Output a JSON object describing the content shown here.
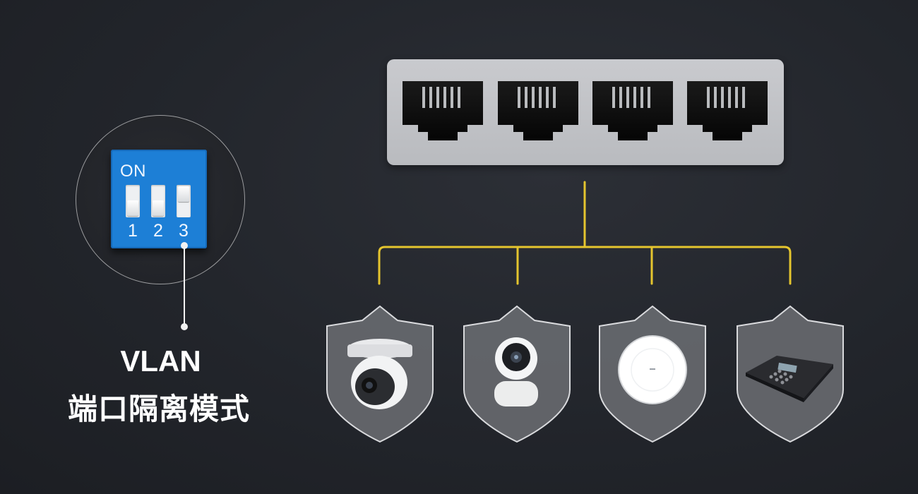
{
  "dip_switch": {
    "on_label": "ON",
    "positions": [
      "1",
      "2",
      "3"
    ]
  },
  "feature": {
    "title_en": "VLAN",
    "title_cn": "端口隔离模式"
  },
  "switch": {
    "port_count": 4
  },
  "devices": [
    {
      "icon": "dome-camera-icon"
    },
    {
      "icon": "pan-tilt-camera-icon"
    },
    {
      "icon": "wireless-access-point-icon"
    },
    {
      "icon": "conference-phone-icon"
    }
  ],
  "colors": {
    "background": "#23262c",
    "accent_line": "#e5c52e",
    "dip_blue": "#1d7fd6",
    "panel_gray": "#c3c4c8",
    "text": "#ffffff"
  }
}
